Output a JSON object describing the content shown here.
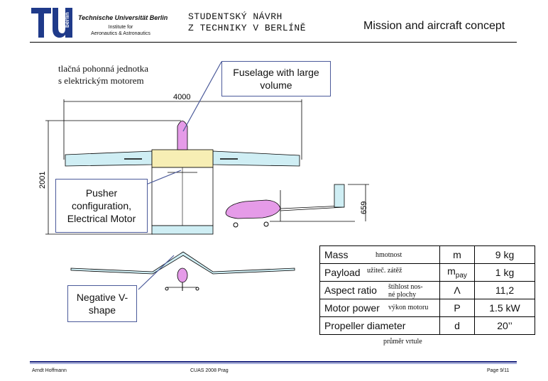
{
  "header": {
    "university": "Technische Universität Berlin",
    "institute_line1": "Institute for",
    "institute_line2": "Aeronautics & Astronautics",
    "logo_text": "berlin",
    "cz_title_line1": "STUDENTSKÝ NÁVRH",
    "cz_title_line2": "Z TECHNIKY V BERLÍNĚ",
    "title": "Mission and aircraft concept"
  },
  "labels": {
    "cz_pusher_line1": "tlačná pohonná jednotka",
    "cz_pusher_line2": "s elektrickým motorem",
    "fuselage_callout": "Fuselage with large volume",
    "pusher_callout": "Pusher configuration, Electrical Motor",
    "negative_callout": "Negative V-shape",
    "dim_span": "4000",
    "dim_length": "2001",
    "dim_height": "659"
  },
  "spec_table": {
    "rows": [
      {
        "name": "Mass",
        "cz": "hmotnost",
        "symbol": "m",
        "symbol_sub": "",
        "value": "9 kg"
      },
      {
        "name": "Payload",
        "cz": "užiteč. zátěž",
        "symbol": "m",
        "symbol_sub": "pay",
        "value": "1 kg"
      },
      {
        "name": "Aspect ratio",
        "cz": "štíhlost nos-\nné plochy",
        "symbol": "Λ",
        "symbol_sub": "",
        "value": "11,2"
      },
      {
        "name": "Motor power",
        "cz": "výkon motoru",
        "symbol": "P",
        "symbol_sub": "",
        "value": "1.5 kW"
      },
      {
        "name": "Propeller diameter",
        "cz": "",
        "symbol": "d",
        "symbol_sub": "",
        "value": "20’’"
      }
    ],
    "cz_below": "průměr vrtule"
  },
  "footer": {
    "author": "Arndt Hoffmann",
    "event": "CUAS 2008 Prag",
    "page": "Page 9/11"
  },
  "colors": {
    "wing_fill": "#cfeef4",
    "center_fill": "#f7eeb4",
    "fuselage_fill": "#e59be8",
    "callout_border": "#4b5a9a",
    "footer_bar": "#1a237e"
  }
}
